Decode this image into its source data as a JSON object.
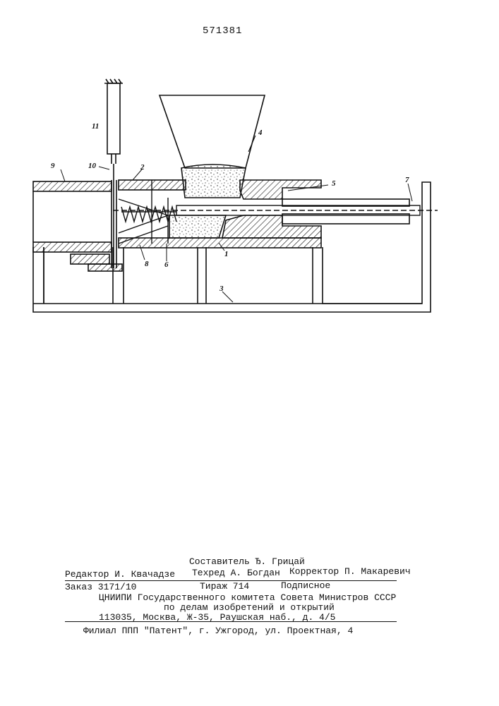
{
  "patent_number": "571381",
  "figure": {
    "labels": [
      "1",
      "2",
      "3",
      "4",
      "5",
      "6",
      "7",
      "8",
      "9",
      "10",
      "11"
    ]
  },
  "colophon": {
    "compiler": "Составитель Ђ. Грицай",
    "editor": "Редактор И. Квачадзе",
    "techred": "Техред А. Богдан",
    "corrector": "Корректор П. Макаревич",
    "order": "Заказ 3171/10",
    "circulation": "Тираж 714",
    "subscription": "Подписное",
    "org_line1": "ЦНИИПИ Государственного комитета Совета Министров СССР",
    "org_line2": "по делам изобретений и открытий",
    "address": "113035, Москва, Ж-35, Раушская наб., д. 4/5",
    "branch": "Филиал ППП \"Патент\", г. Ужгород, ул. Проектная, 4"
  }
}
